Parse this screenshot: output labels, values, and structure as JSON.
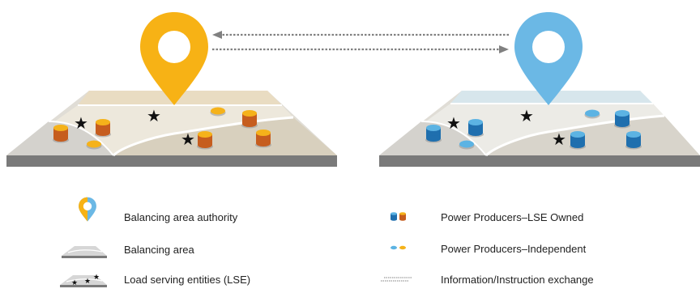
{
  "legend": {
    "left": [
      {
        "label": "Balancing area authority",
        "icon": "balancing-area-authority-pin-icon"
      },
      {
        "label": "Balancing area",
        "icon": "balancing-area-map-icon"
      },
      {
        "label": "Load serving entities (LSE)",
        "icon": "lse-map-stars-icon"
      }
    ],
    "right": [
      {
        "label": "Power Producers–LSE Owned",
        "icon": "lse-owned-producers-icon"
      },
      {
        "label": "Power Producers–Independent",
        "icon": "independent-producers-icon"
      },
      {
        "label": "Information/Instruction exchange",
        "icon": "info-exchange-arrows-icon"
      }
    ]
  },
  "colors": {
    "authority_orange": "#F7B215",
    "authority_blue": "#6BB8E5",
    "lse_owned_orange": "#C65D1E",
    "lse_owned_blue": "#1F6FAE",
    "independent_orange": "#F5B21A",
    "independent_blue": "#5CB3E3",
    "map_base": "#7A7A7A",
    "exchange_arrow": "#808080"
  }
}
